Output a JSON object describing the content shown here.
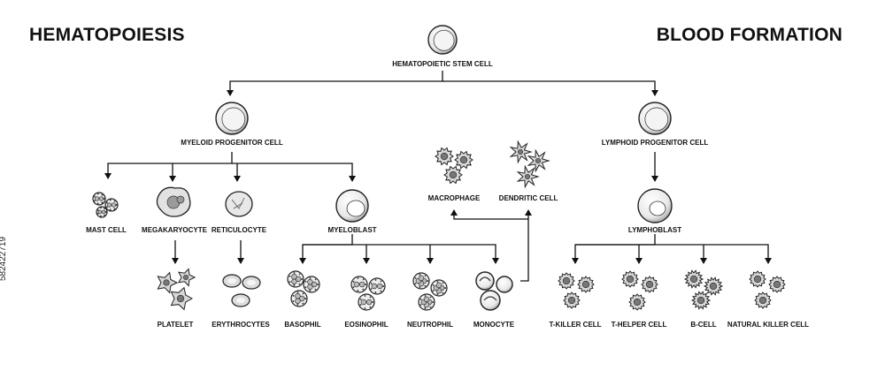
{
  "header": {
    "title_left": "HEMATOPOIESIS",
    "title_right": "BLOOD FORMATION"
  },
  "stock_id": "582422719",
  "nodes": {
    "stem": "HEMATOPOIETIC STEM CELL",
    "myeloid": "MYELOID PROGENITOR CELL",
    "lymphoid": "LYMPHOID PROGENITOR CELL",
    "mast": "MAST CELL",
    "megakaryocyte": "MEGAKARYOCYTE",
    "reticulocyte": "RETICULOCYTE",
    "myeloblast": "MYELOBLAST",
    "macrophage": "MACROPHAGE",
    "dendritic": "DENDRITIC CELL",
    "lymphoblast": "LYMPHOBLAST",
    "platelet": "PLATELET",
    "erythrocytes": "ERYTHROCYTES",
    "basophil": "BASOPHIL",
    "eosinophil": "EOSINOPHIL",
    "neutrophil": "NEUTROPHIL",
    "monocyte": "MONOCYTE",
    "tkiller": "T-KILLER CELL",
    "thelper": "T-HELPER CELL",
    "bcell": "B-CELL",
    "nk": "NATURAL KILLER CELL"
  }
}
